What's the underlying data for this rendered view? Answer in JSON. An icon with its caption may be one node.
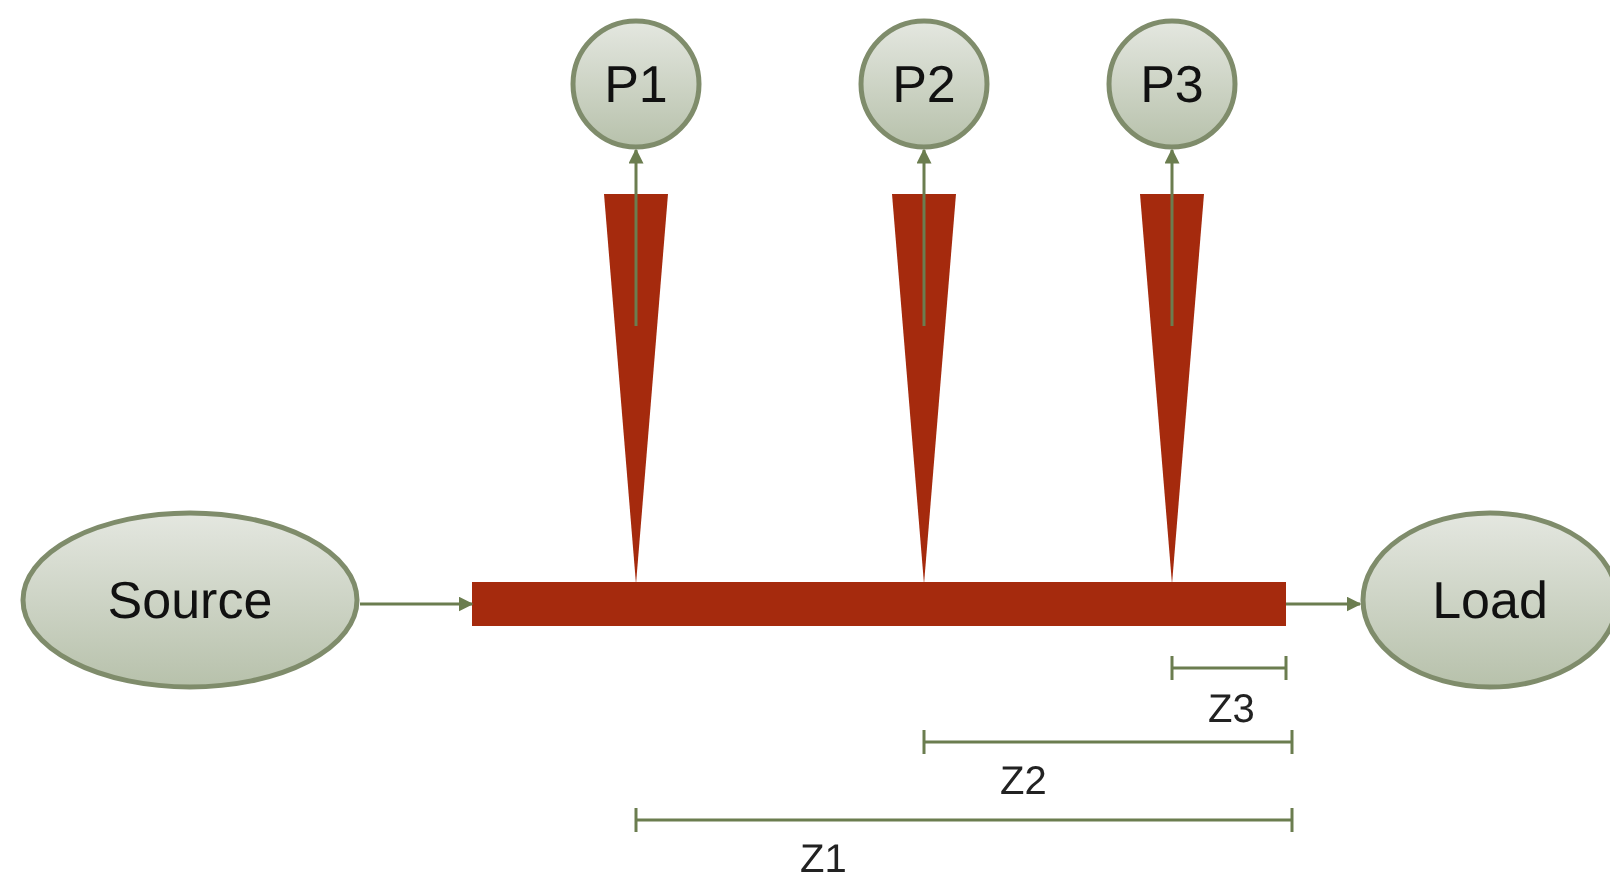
{
  "diagram": {
    "nodes": [
      {
        "text": [
          "P1"
        ]
      },
      {
        "text": [
          "P2"
        ]
      },
      {
        "text": [
          "P3"
        ]
      },
      {
        "text": [],
        "shape": "wedge"
      },
      {
        "text": [],
        "shape": "wedge"
      },
      {
        "text": [],
        "shape": "wedge"
      },
      {
        "text": [
          "Source"
        ]
      },
      {
        "text": [],
        "shape": "bar"
      },
      {
        "text": [
          "Load"
        ]
      }
    ],
    "edges": [
      {
        "from": 3,
        "to": 0,
        "arrow": "to"
      },
      {
        "from": 4,
        "to": 1,
        "arrow": "to"
      },
      {
        "from": 5,
        "to": 2,
        "arrow": "to"
      },
      {
        "from": 6,
        "to": 7,
        "arrow": "to"
      },
      {
        "from": 7,
        "to": 8,
        "arrow": "to"
      }
    ],
    "labels": [
      "Z3",
      "Z2",
      "Z1"
    ]
  }
}
